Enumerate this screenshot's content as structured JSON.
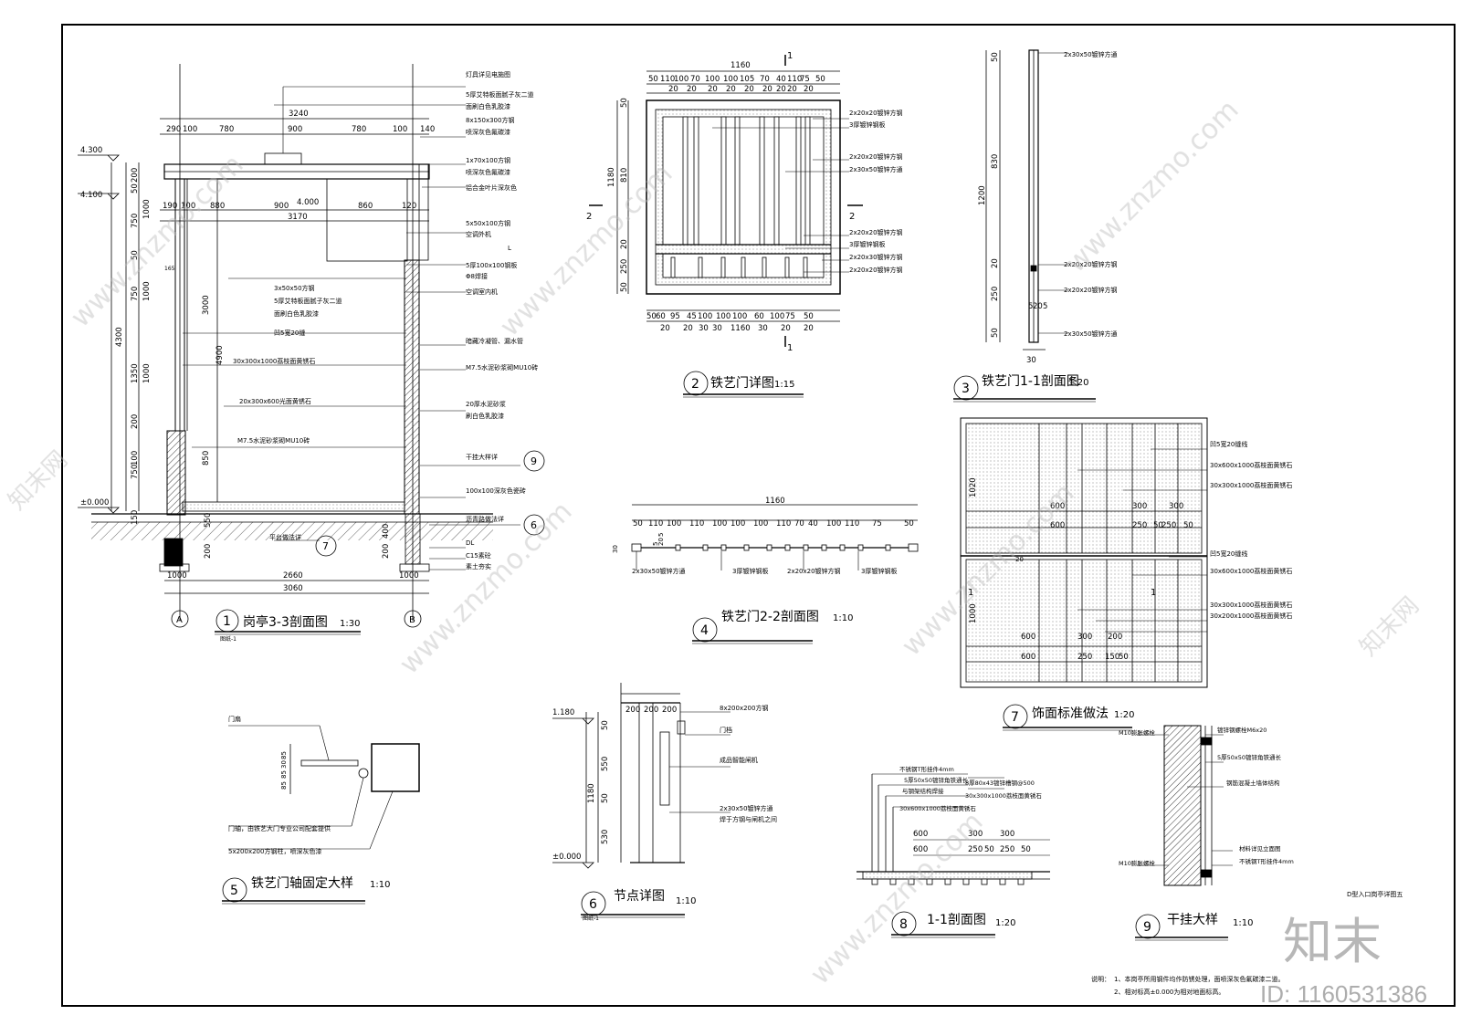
{
  "sheet_label": "D型入口岗亭详图五",
  "notes": {
    "label": "说明：",
    "line1": "1、本岗亭所用钢件均作防锈处理，面喷深灰色氟碳漆二道。",
    "line2": "2、相对标高±0.000为相对地面标高。"
  },
  "watermark": {
    "brand": "知末",
    "site": "www.znzmo.com",
    "id_text": "ID: 1160531386",
    "cn": "知末网"
  },
  "d1": {
    "num": "1",
    "title": "岗亭3-3剖面图",
    "scale": "1:30",
    "ref": "图纸-1",
    "dims_top": [
      "3240",
      "290",
      "100",
      "780",
      "900",
      "780",
      "100",
      "140"
    ],
    "dims_2": [
      "190",
      "100",
      "880",
      "900",
      "860",
      "120",
      "3170"
    ],
    "dims_left": [
      "4.300",
      "4.100",
      "50",
      "200",
      "1000",
      "750",
      "50",
      "750",
      "1000",
      "1350",
      "1000",
      "200",
      "750",
      "100",
      "4300",
      "±0.000",
      "150"
    ],
    "dims_inner": [
      "4.000",
      "165",
      "3000",
      "4900",
      "850",
      "550",
      "200",
      "400",
      "200"
    ],
    "dims_bottom": [
      "1000",
      "2660",
      "1000",
      "3060"
    ],
    "axes": [
      "A",
      "B"
    ],
    "callouts": [
      "灯具详见电施图",
      "5厚艾特板面腻子灰二道",
      "面刷白色乳胶漆",
      "8x150x300方钢",
      "喷深灰色氟碳漆",
      "1x70x100方钢",
      "喷深灰色氟碳漆",
      "铝合金叶片深灰色",
      "5x50x100方钢",
      "空调外机",
      "L",
      "5厚100x100钢板",
      "Φ8焊接",
      "空调室内机",
      "3x50x50方钢",
      "5厚艾特板面腻子灰二道",
      "面刷白色乳胶漆",
      "凹5宽20缝",
      "暗藏冷凝管、漏水管",
      "30x300x1000荔枝面黄锈石",
      "M7.5水泥砂浆砌MU10砖",
      "20x300x600光面黄锈石",
      "20厚水泥砂浆",
      "刷白色乳胶漆",
      "M7.5水泥砂浆砌MU10砖",
      "干挂大样详",
      "100x100深灰色瓷砖",
      "沥青路做法详",
      "平台做法详",
      "DL",
      "C15素砼",
      "素土夯实"
    ],
    "circ_refs": [
      "9",
      "6",
      "7"
    ]
  },
  "d2": {
    "num": "2",
    "title": "铁艺门详图",
    "scale": "1:15",
    "section": "1",
    "section2": "2",
    "dims_top": [
      "1160",
      "50",
      "110",
      "100",
      "70",
      "100",
      "100",
      "105",
      "70",
      "40",
      "110",
      "75",
      "50"
    ],
    "dims_top2": [
      "20",
      "20",
      "20",
      "20",
      "20",
      "20",
      "20",
      "20",
      "20"
    ],
    "dims_left": [
      "1180",
      "50",
      "810",
      "20",
      "250",
      "50"
    ],
    "dims_bottom": [
      "50",
      "60",
      "95",
      "45",
      "100",
      "100",
      "100",
      "60",
      "100",
      "75",
      "50"
    ],
    "dims_bottom2": [
      "20",
      "20",
      "30",
      "30",
      "1160",
      "30",
      "20",
      "20"
    ],
    "callouts": [
      "2x20x20镀锌方钢",
      "3厚镀锌钢板",
      "2x20x20镀锌方钢",
      "2x30x50镀锌方通",
      "2x20x20镀锌方钢",
      "3厚镀锌钢板",
      "2x20x30镀锌方钢",
      "2x20x20镀锌方钢"
    ]
  },
  "d3": {
    "num": "3",
    "title": "铁艺门1-1剖面图",
    "scale": "1:20",
    "dims": [
      "50",
      "830",
      "1200",
      "20",
      "250",
      "50",
      "5",
      "20",
      "5",
      "30"
    ],
    "callouts": [
      "2x30x50镀锌方通",
      "2x20x20镀锌方钢",
      "2x20x20镀锌方钢",
      "2x30x50镀锌方通"
    ]
  },
  "d4": {
    "num": "4",
    "title": "铁艺门2-2剖面图",
    "scale": "1:10",
    "dims_total": "1160",
    "dims": [
      "50",
      "110",
      "100",
      "110",
      "100",
      "100",
      "100",
      "110",
      "70",
      "40",
      "100",
      "110",
      "75",
      "50"
    ],
    "dims_small": [
      "30",
      "5",
      "20",
      "5"
    ],
    "callouts": [
      "2x30x50镀锌方通",
      "3厚镀锌钢板",
      "2x20x20镀锌方钢",
      "3厚镀锌钢板"
    ]
  },
  "d5": {
    "num": "5",
    "title": "铁艺门轴固定大样",
    "scale": "1:10",
    "dims": [
      "85",
      "30",
      "85",
      "85"
    ],
    "callouts": [
      "门扇",
      "门轴，由铁艺大门专业公司配套提供",
      "5x200x200方钢柱，喷深灰色漆"
    ]
  },
  "d6": {
    "num": "6",
    "title": "节点详图",
    "scale": "1:10",
    "ref": "图纸-1",
    "dims": [
      "1.180",
      "200",
      "200",
      "200",
      "50",
      "550",
      "50",
      "1180",
      "530",
      "±0.000"
    ],
    "callouts": [
      "8x200x200方钢",
      "门档",
      "成品智能闸机",
      "2x30x50镀锌方通",
      "焊于方钢与闸机之间"
    ]
  },
  "d7": {
    "num": "7",
    "title": "饰面标准做法",
    "scale": "1:20",
    "dims_left": [
      "1020",
      "1000"
    ],
    "dims_row1a": [
      "600",
      "300",
      "300"
    ],
    "dims_row1b": [
      "600",
      "250",
      "50",
      "250",
      "50"
    ],
    "dims_row2a": [
      "600",
      "300",
      "200"
    ],
    "dims_row2b": [
      "600",
      "250",
      "150",
      "50"
    ],
    "small": [
      "20",
      "1",
      "1"
    ],
    "callouts": [
      "凹5宽20缝线",
      "30x600x1000荔枝面黄锈石",
      "30x300x1000荔枝面黄锈石",
      "凹5宽20缝线",
      "30x600x1000荔枝面黄锈石",
      "30x300x1000荔枝面黄锈石",
      "30x200x1000荔枝面黄锈石"
    ]
  },
  "d8": {
    "num": "8",
    "title": "1-1剖面图",
    "scale": "1:20",
    "dims_a": [
      "600",
      "300",
      "300"
    ],
    "dims_b": [
      "600",
      "250",
      "50",
      "250",
      "50"
    ],
    "callouts": [
      "不锈钢T形挂件4mm",
      "5厚50x50镀锌角铁通长",
      "与钢架结构焊接",
      "8厚80x43镀锌槽钢@500",
      "30x600x1000荔枝面黄锈石",
      "30x300x1000荔枝面黄锈石"
    ]
  },
  "d9": {
    "num": "9",
    "title": "干挂大样",
    "scale": "1:10",
    "callouts": [
      "M10膨胀螺栓",
      "镀锌钢螺栓M6x20",
      "5厚50x50镀锌角铁通长",
      "钢筋混凝土墙体结构",
      "材料详见立面图",
      "M10膨胀螺栓",
      "不锈钢T形挂件4mm"
    ]
  }
}
